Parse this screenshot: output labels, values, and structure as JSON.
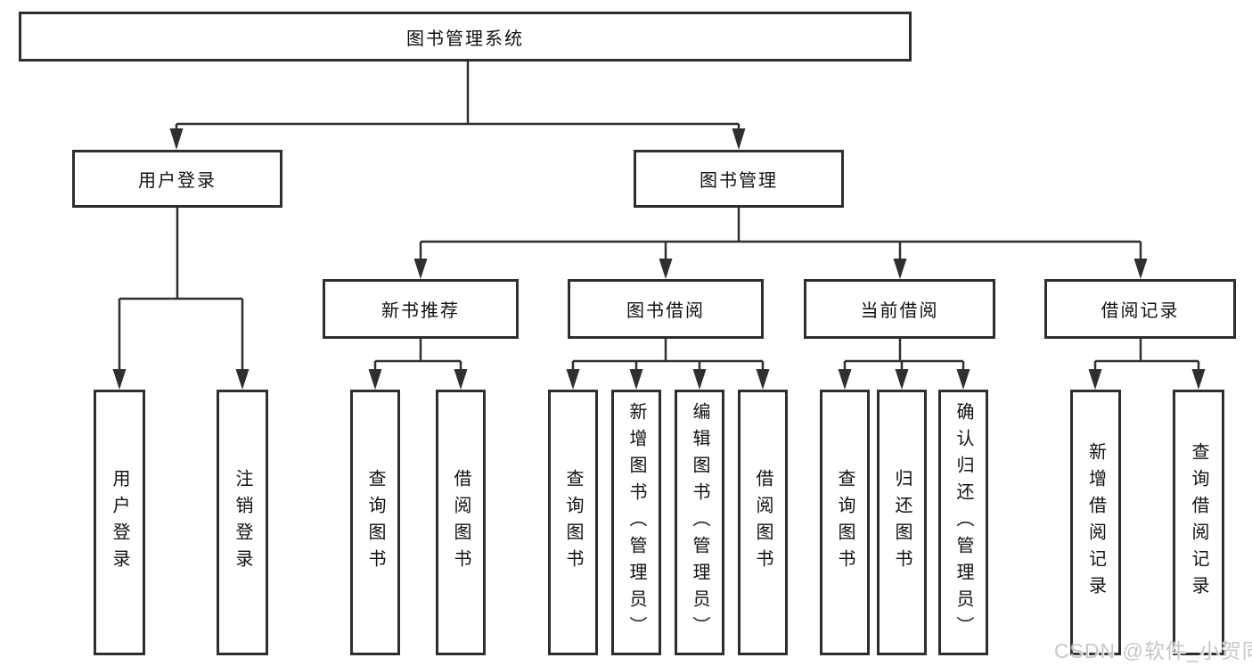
{
  "diagram": {
    "root": "图书管理系统",
    "level2": {
      "login": "用户登录",
      "mgmt": "图书管理"
    },
    "level3": {
      "recommend": "新书推荐",
      "borrow": "图书借阅",
      "current": "当前借阅",
      "records": "借阅记录"
    },
    "leaves": {
      "login": [
        "用户登录",
        "注销登录"
      ],
      "recommend": [
        "查询图书",
        "借阅图书"
      ],
      "borrow": [
        "查询图书",
        "新增图书（管理员）",
        "编辑图书（管理员）",
        "借阅图书"
      ],
      "current": [
        "查询图书",
        "归还图书",
        "确认归还（管理员）"
      ],
      "records": [
        "新增借阅记录",
        "查询借阅记录"
      ]
    }
  },
  "watermark": "CSDN @软件_小贺同学",
  "colors": {
    "line": "#2f2f2f",
    "text": "#111111",
    "watermark": "#c7c7cb",
    "background": "#ffffff"
  }
}
